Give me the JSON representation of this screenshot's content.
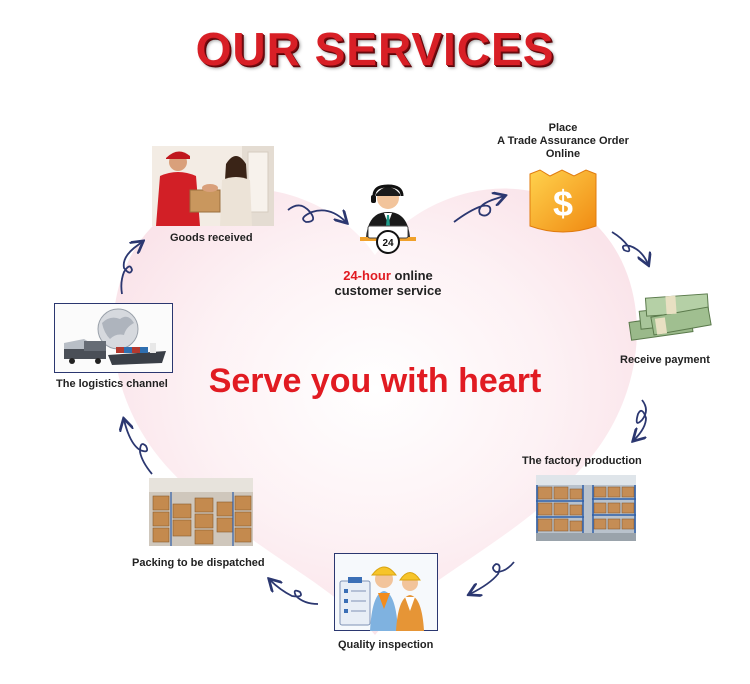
{
  "title": "OUR SERVICES",
  "slogan": "Serve you with heart",
  "center": {
    "highlight": "24-hour",
    "line1_rest": " online",
    "line2": "customer service",
    "badge": "24"
  },
  "order": {
    "line1": "Place",
    "line2": "A Trade Assurance Order",
    "line3": "Online",
    "icon_text": "$"
  },
  "steps": [
    {
      "label": "Goods received",
      "icon": "handshake-photo"
    },
    {
      "label": "Receive payment",
      "icon": "cash-stack-icon"
    },
    {
      "label": "The factory production",
      "icon": "factory-warehouse-photo"
    },
    {
      "label": "Quality inspection",
      "icon": "inspectors-illustration"
    },
    {
      "label": "Packing to be dispatched",
      "icon": "warehouse-boxes-photo"
    },
    {
      "label": "The logistics channel",
      "icon": "globe-logistics-photo"
    }
  ],
  "colors": {
    "brand_red": "#d81f26",
    "heart_pink": "#fce9ee",
    "arrow_navy": "#2b3770",
    "coin_orange": "#f5a623"
  }
}
